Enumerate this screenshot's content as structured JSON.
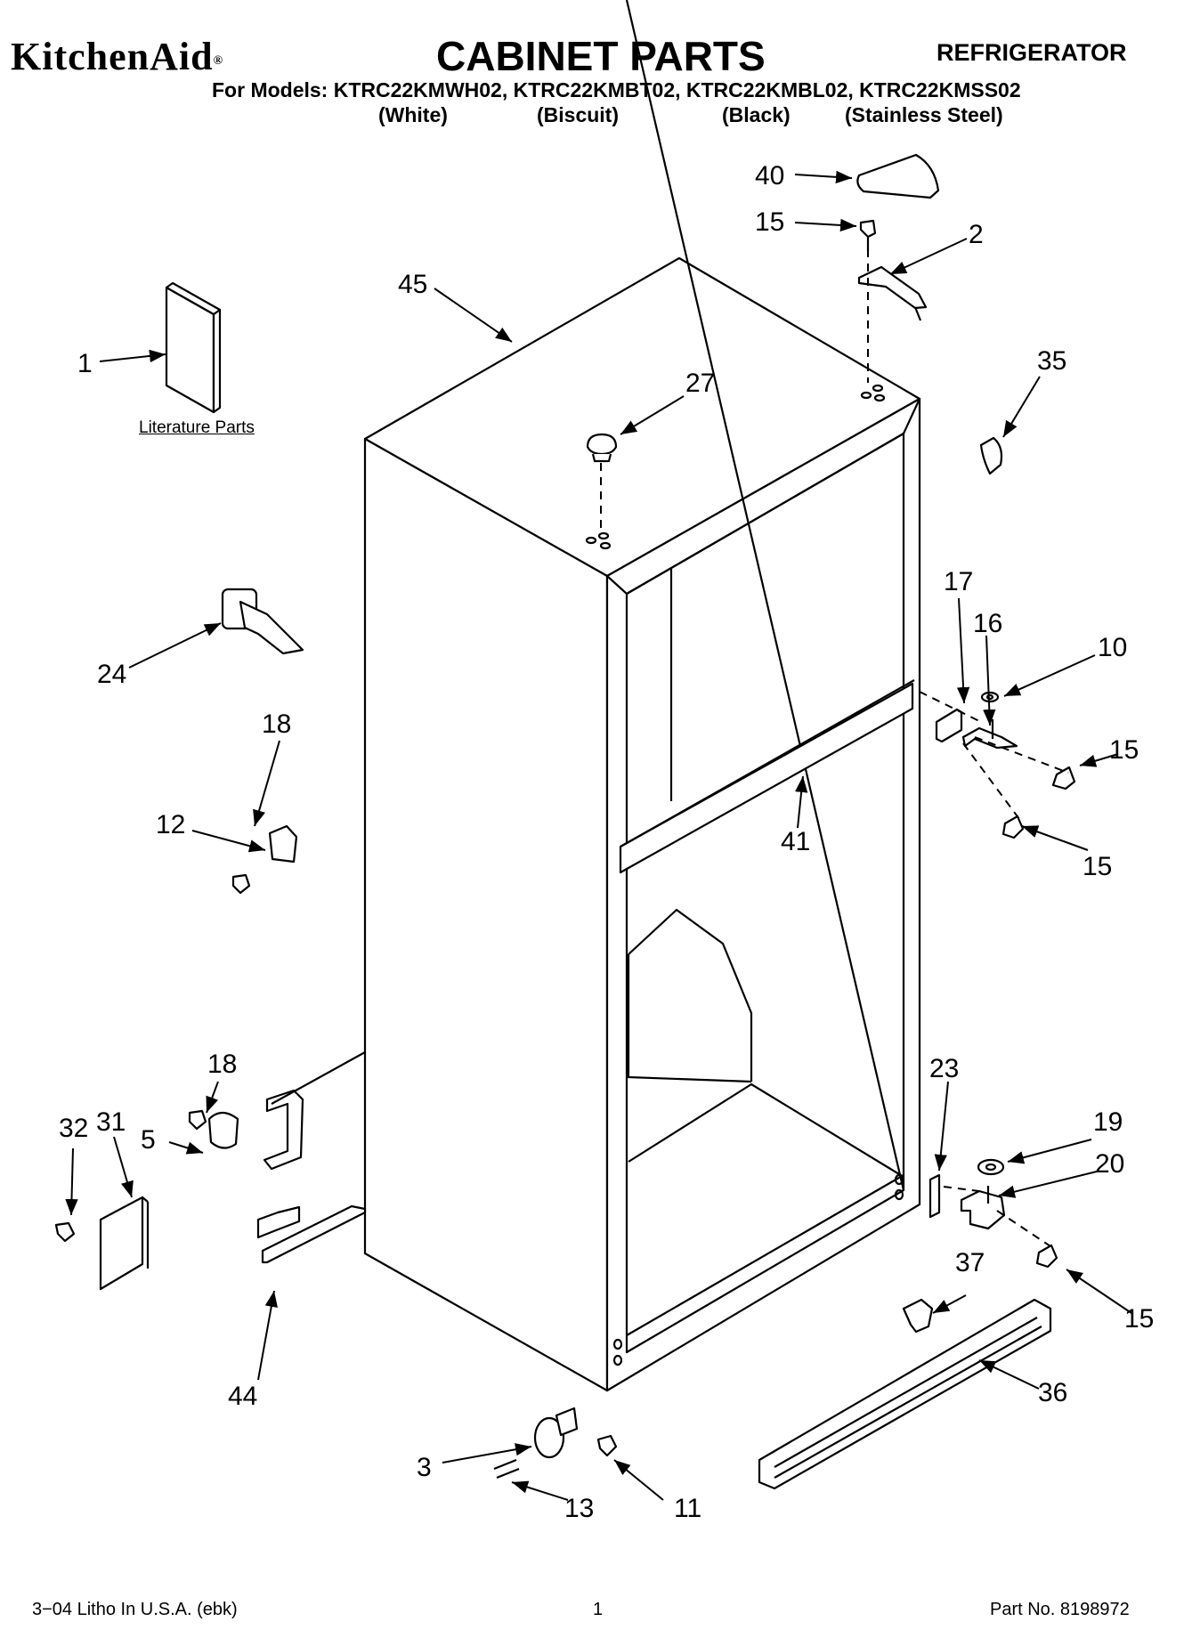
{
  "header": {
    "brand": "KitchenAid",
    "brand_mark": "®",
    "title": "CABINET PARTS",
    "category": "REFRIGERATOR",
    "models_line": "For Models: KTRC22KMWH02, KTRC22KMBT02, KTRC22KMBL02, KTRC22KMSS02",
    "colors": [
      "(White)",
      "(Biscuit)",
      "(Black)",
      "(Stainless Steel)"
    ]
  },
  "literature_label": "Literature Parts",
  "callouts": {
    "c40": "40",
    "c15a": "15",
    "c2": "2",
    "c45": "45",
    "c1": "1",
    "c27": "27",
    "c35": "35",
    "c17": "17",
    "c16": "16",
    "c10": "10",
    "c24": "24",
    "c15b": "15",
    "c18a": "18",
    "c15c": "15",
    "c12": "12",
    "c41": "41",
    "c18b": "18",
    "c31": "31",
    "c32": "32",
    "c5": "5",
    "c23": "23",
    "c19": "19",
    "c20": "20",
    "c37": "37",
    "c15d": "15",
    "c44": "44",
    "c36": "36",
    "c3": "3",
    "c13": "13",
    "c11": "11"
  },
  "footer": {
    "left": "3−04 Litho In U.S.A. (ebk)",
    "page": "1",
    "part_no": "Part No. 8198972"
  }
}
